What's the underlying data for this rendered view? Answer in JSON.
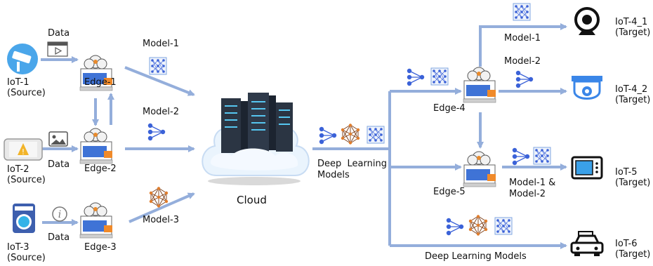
{
  "colors": {
    "arrow": "#94aedb",
    "node_blue": "#3b62d8",
    "accent_orange": "#f08a2a"
  },
  "iot_sources": [
    {
      "name": "IoT-1",
      "role": "(Source)",
      "icon": "security-camera-icon",
      "data_label": "Data"
    },
    {
      "name": "IoT-2",
      "role": "(Source)",
      "icon": "tablet-warning-icon",
      "data_label": "Data"
    },
    {
      "name": "IoT-3",
      "role": "(Source)",
      "icon": "washing-machine-icon",
      "data_label": "Data"
    }
  ],
  "edges_left": [
    "Edge-1",
    "Edge-2",
    "Edge-3"
  ],
  "left_models": [
    "Model-1",
    "Model-2",
    "Model-3"
  ],
  "cloud": {
    "label": "Cloud"
  },
  "dl_models_label": [
    "Deep  Learning",
    "Models"
  ],
  "edges_right": [
    "Edge-4",
    "Edge-5"
  ],
  "right_models": {
    "iot4_1": "Model-1",
    "iot4_2": "Model-2",
    "iot5": [
      "Model-1 &",
      "Model-2"
    ],
    "iot6": "Deep Learning Models"
  },
  "iot_targets": [
    {
      "name": "IoT-4_1",
      "role": "(Target)",
      "icon": "webcam-icon"
    },
    {
      "name": "IoT-4_2",
      "role": "(Target)",
      "icon": "dome-camera-icon"
    },
    {
      "name": "IoT-5",
      "role": "(Target)",
      "icon": "microwave-icon"
    },
    {
      "name": "IoT-6",
      "role": "(Target)",
      "icon": "car-icon"
    }
  ]
}
